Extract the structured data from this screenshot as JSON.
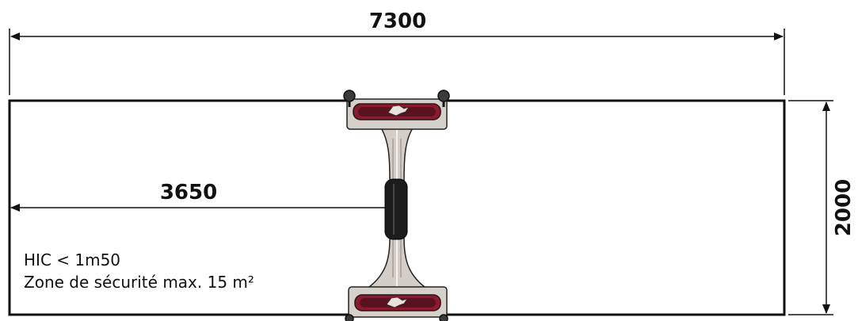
{
  "dimensions": {
    "total_length": "7300",
    "half_length": "3650",
    "width": "2000"
  },
  "notes": {
    "hic": "HIC < 1m50",
    "safety_zone": "Zone de sécurité max. 15 m²"
  },
  "colors": {
    "line": "#111111",
    "seat_red": "#8b1a2e",
    "seat_dark": "#3a2a2e",
    "frame_grey": "#c9c2bd",
    "spring_black": "#1a1a1a"
  }
}
